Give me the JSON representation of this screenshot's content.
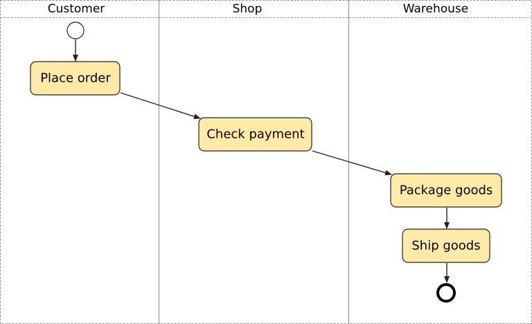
{
  "swimlanes": [
    {
      "id": "customer",
      "label": "Customer"
    },
    {
      "id": "shop",
      "label": "Shop"
    },
    {
      "id": "warehouse",
      "label": "Warehouse"
    }
  ],
  "actions": {
    "place_order": "Place order",
    "check_payment": "Check payment",
    "package_goods": "Package goods",
    "ship_goods": "Ship goods"
  },
  "flows": [
    {
      "from": "start",
      "to": "place_order"
    },
    {
      "from": "place_order",
      "to": "check_payment"
    },
    {
      "from": "check_payment",
      "to": "package_goods"
    },
    {
      "from": "package_goods",
      "to": "ship_goods"
    },
    {
      "from": "ship_goods",
      "to": "end"
    }
  ],
  "colors": {
    "action_fill": "#ffeaa8",
    "action_stroke": "#222222",
    "lane_border": "#8c8c8c"
  }
}
